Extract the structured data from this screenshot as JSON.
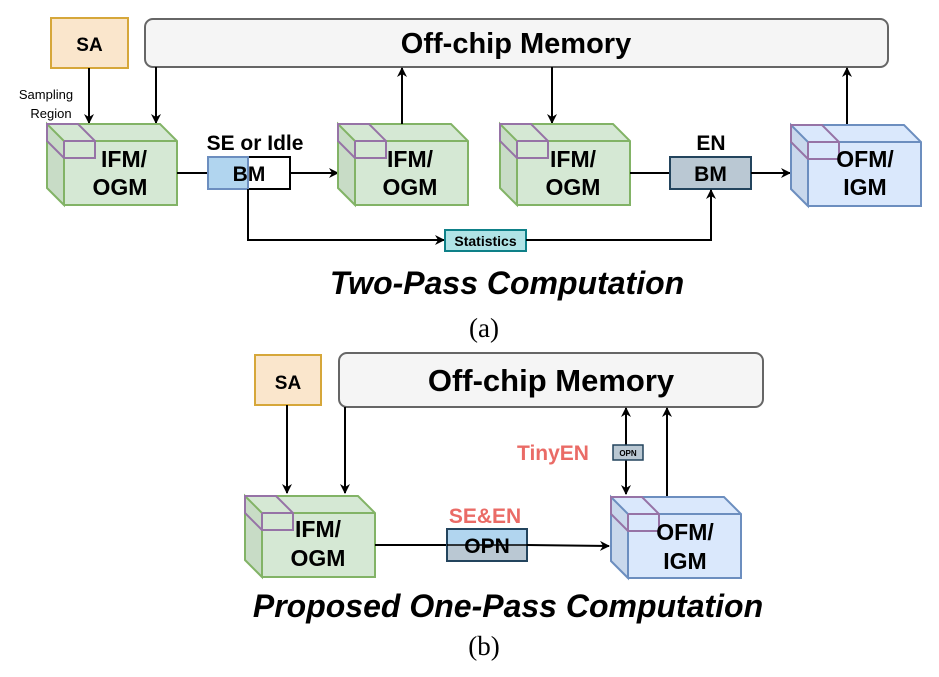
{
  "colors": {
    "memory_fill": "#f5f5f5",
    "memory_stroke": "#666666",
    "sa_fill": "#fae6cc",
    "sa_stroke": "#d6a73a",
    "green_fill": "#d5e8d4",
    "green_stroke": "#82b366",
    "blue_fill": "#dae8fc",
    "blue_stroke": "#6c8ebf",
    "purple_stroke": "#9673a6",
    "bm_blue": "#b1d5ef",
    "gray_box": "#bac8d3",
    "stats_fill": "#b0e3e6",
    "highlight_red": "#ea6b66"
  },
  "part_a": {
    "sa_label": "SA",
    "memory_label": "Off-chip Memory",
    "sampling_label_line1": "Sampling",
    "sampling_label_line2": "Region",
    "buffer1_line1": "IFM/",
    "buffer1_line2": "OGM",
    "se_idle_label": "SE or Idle",
    "bm1_label": "BM",
    "buffer2_line1": "IFM/",
    "buffer2_line2": "OGM",
    "buffer3_line1": "IFM/",
    "buffer3_line2": "OGM",
    "en_label": "EN",
    "bm2_label": "BM",
    "output_line1": "OFM/",
    "output_line2": "IGM",
    "statistics_label": "Statistics",
    "title": "Two-Pass Computation",
    "caption": "(a)"
  },
  "part_b": {
    "sa_label": "SA",
    "memory_label": "Off-chip Memory",
    "buffer_line1": "IFM/",
    "buffer_line2": "OGM",
    "se_en_label": "SE&EN",
    "opn_label": "OPN",
    "tinyen_label": "TinyEN",
    "small_opn_label": "OPN",
    "output_line1": "OFM/",
    "output_line2": "IGM",
    "title": "Proposed One-Pass Computation",
    "caption": "(b)"
  }
}
